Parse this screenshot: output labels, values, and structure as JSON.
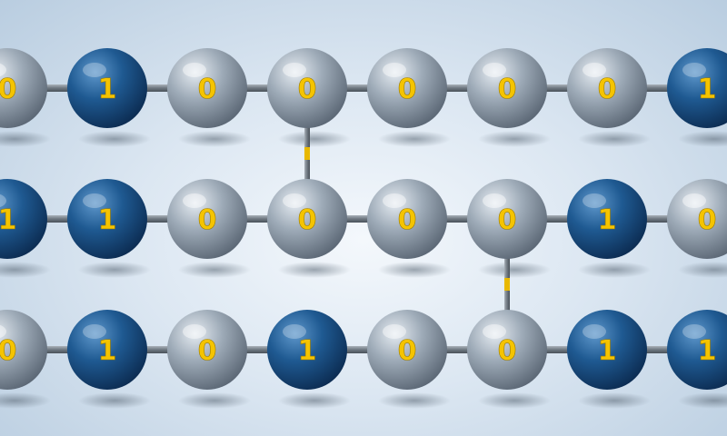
{
  "rows": [
    {
      "bits": [
        "0",
        "1",
        "0",
        "0",
        "0",
        "0",
        "0",
        "1"
      ]
    },
    {
      "bits": [
        "1",
        "1",
        "0",
        "0",
        "0",
        "0",
        "1",
        "0"
      ]
    },
    {
      "bits": [
        "0",
        "1",
        "0",
        "1",
        "0",
        "0",
        "1",
        "1"
      ]
    }
  ],
  "links": [
    {
      "from_row": 0,
      "to_row": 1,
      "column": 3
    },
    {
      "from_row": 1,
      "to_row": 2,
      "column": 5
    }
  ],
  "colors": {
    "one_sphere": "#1f5a92",
    "zero_sphere": "#9eabb8",
    "digit": "#f5c400",
    "rod": "#77808a",
    "link_marker": "#e8b800"
  }
}
